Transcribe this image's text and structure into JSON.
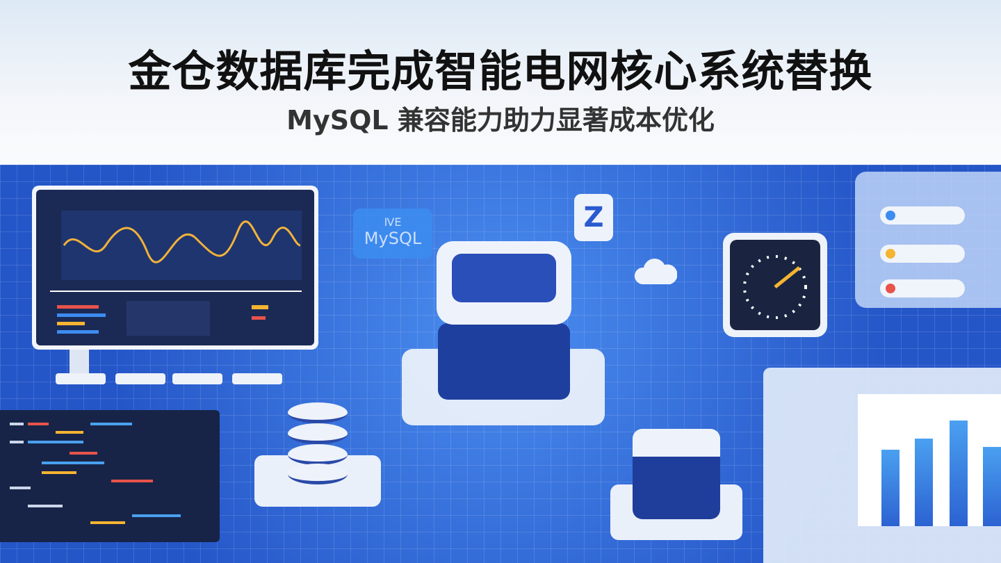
{
  "header": {
    "title": "金仓数据库完成智能电网核心系统替换",
    "subtitle": "MySQL 兼容能力助力显著成本优化"
  },
  "illustration": {
    "mysql_badge": {
      "glyph": "ⅣE",
      "label": "MySQL"
    },
    "icons": [
      "monitor-dashboard",
      "mysql-badge",
      "database-server",
      "cloud-icon",
      "gauge-icon",
      "status-list-panel",
      "bar-chart-window",
      "code-editor",
      "database-cylinder"
    ],
    "colors": {
      "background": "#2f63d8",
      "accent_orange": "#f5b431",
      "accent_red": "#e9534b",
      "accent_blue": "#4aa0f0"
    }
  }
}
